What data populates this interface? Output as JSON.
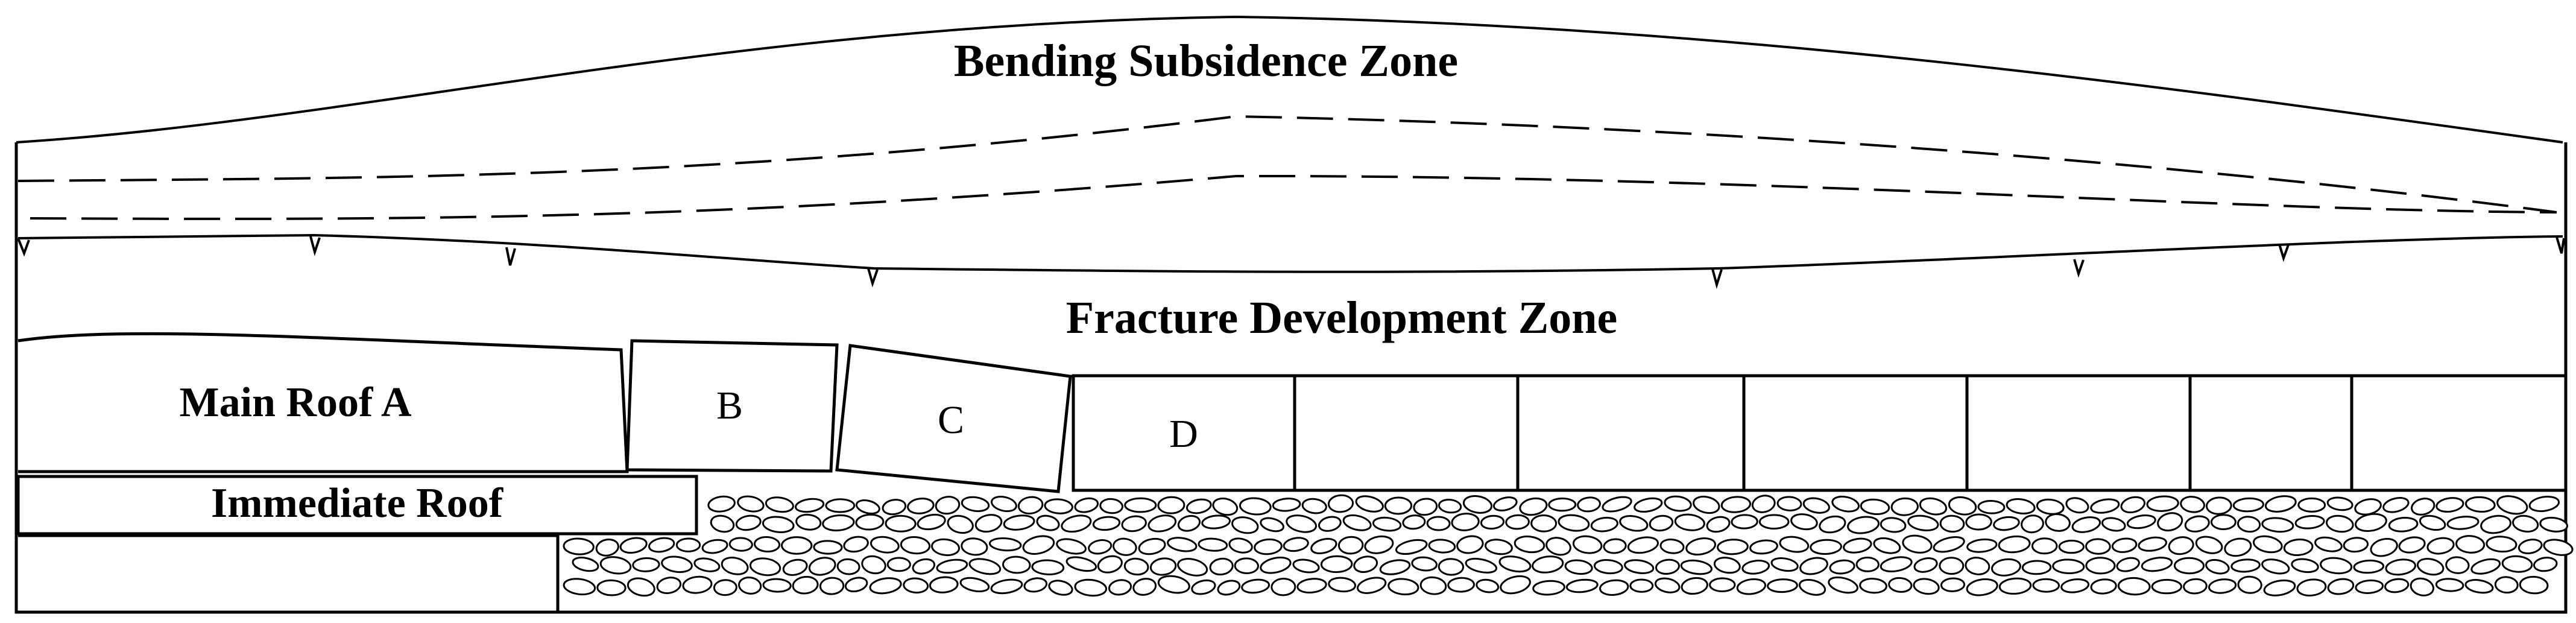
{
  "diagram": {
    "zones": {
      "bending": "Bending Subsidence Zone",
      "fracture": "Fracture Development Zone"
    },
    "strata": {
      "main_roof": "Main Roof A",
      "immediate_roof": "Immediate Roof"
    },
    "blocks": {
      "b": "B",
      "c": "C",
      "d": "D"
    }
  }
}
